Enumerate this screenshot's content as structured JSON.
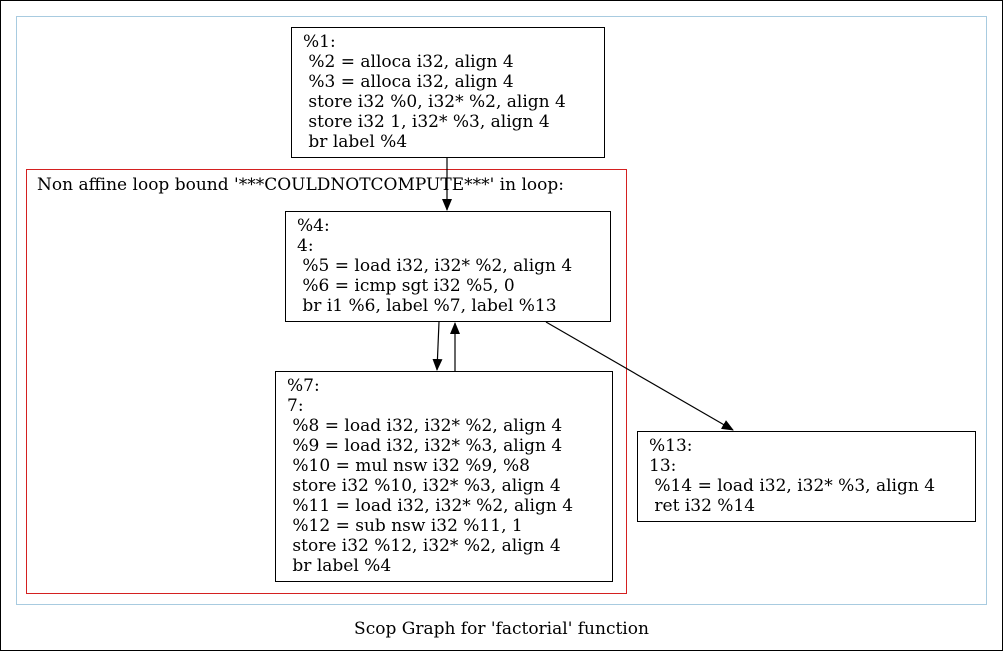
{
  "graph": {
    "caption": "Scop Graph for 'factorial' function",
    "region_label": "Non affine loop bound '***COULDNOTCOMPUTE***' in loop:",
    "nodes": {
      "n1": {
        "lines": [
          "%1:",
          " %2 = alloca i32, align 4",
          " %3 = alloca i32, align 4",
          " store i32 %0, i32* %2, align 4",
          " store i32 1, i32* %3, align 4",
          " br label %4"
        ]
      },
      "n4": {
        "lines": [
          "%4:",
          "4:",
          " %5 = load i32, i32* %2, align 4",
          " %6 = icmp sgt i32 %5, 0",
          " br i1 %6, label %7, label %13"
        ]
      },
      "n7": {
        "lines": [
          "%7:",
          "7:",
          " %8 = load i32, i32* %2, align 4",
          " %9 = load i32, i32* %3, align 4",
          " %10 = mul nsw i32 %9, %8",
          " store i32 %10, i32* %3, align 4",
          " %11 = load i32, i32* %2, align 4",
          " %12 = sub nsw i32 %11, 1",
          " store i32 %12, i32* %2, align 4",
          " br label %4"
        ]
      },
      "n13": {
        "lines": [
          "%13:",
          "13:",
          " %14 = load i32, i32* %3, align 4",
          " ret i32 %14"
        ]
      }
    },
    "colors": {
      "region_border": "#d42020",
      "outer_border": "#a8cbe0",
      "edge": "#000000"
    }
  }
}
